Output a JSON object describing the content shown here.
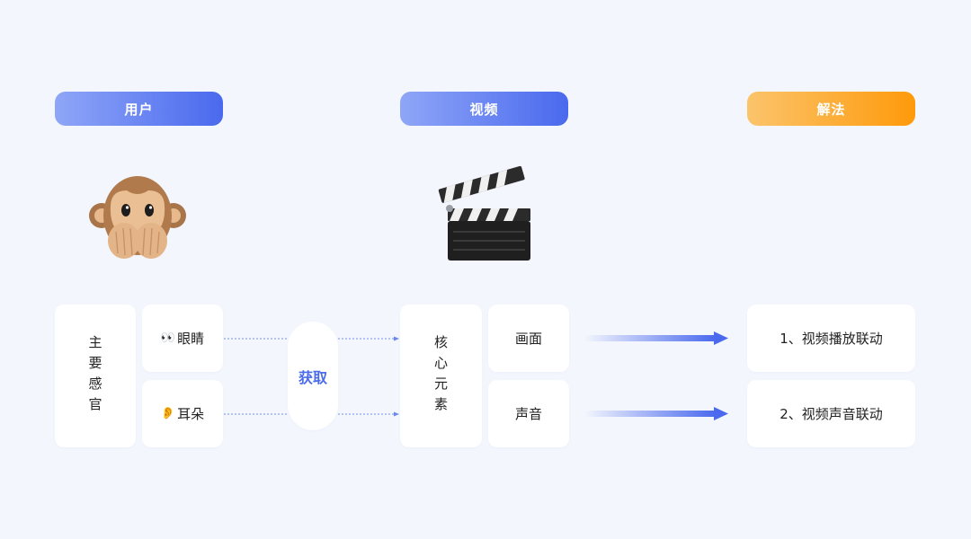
{
  "headers": {
    "user": "用户",
    "video": "视频",
    "solution": "解法"
  },
  "user": {
    "senses_label": "主要感官",
    "eyes_emoji": "👀",
    "eyes_label": "眼睛",
    "ears_emoji": "👂",
    "ears_label": "耳朵"
  },
  "connector": {
    "get_label": "获取"
  },
  "video": {
    "core_label": "核心元素",
    "picture_label": "画面",
    "sound_label": "声音"
  },
  "solutions": {
    "item1": "1、视频播放联动",
    "item2": "2、视频声音联动"
  },
  "icons": {
    "user_illustration": "see-no-evil-monkey-icon",
    "video_illustration": "clapperboard-icon"
  },
  "colors": {
    "background": "#f3f6fd",
    "accent_blue": "#4a69ee",
    "accent_orange": "#fe9a0b"
  }
}
